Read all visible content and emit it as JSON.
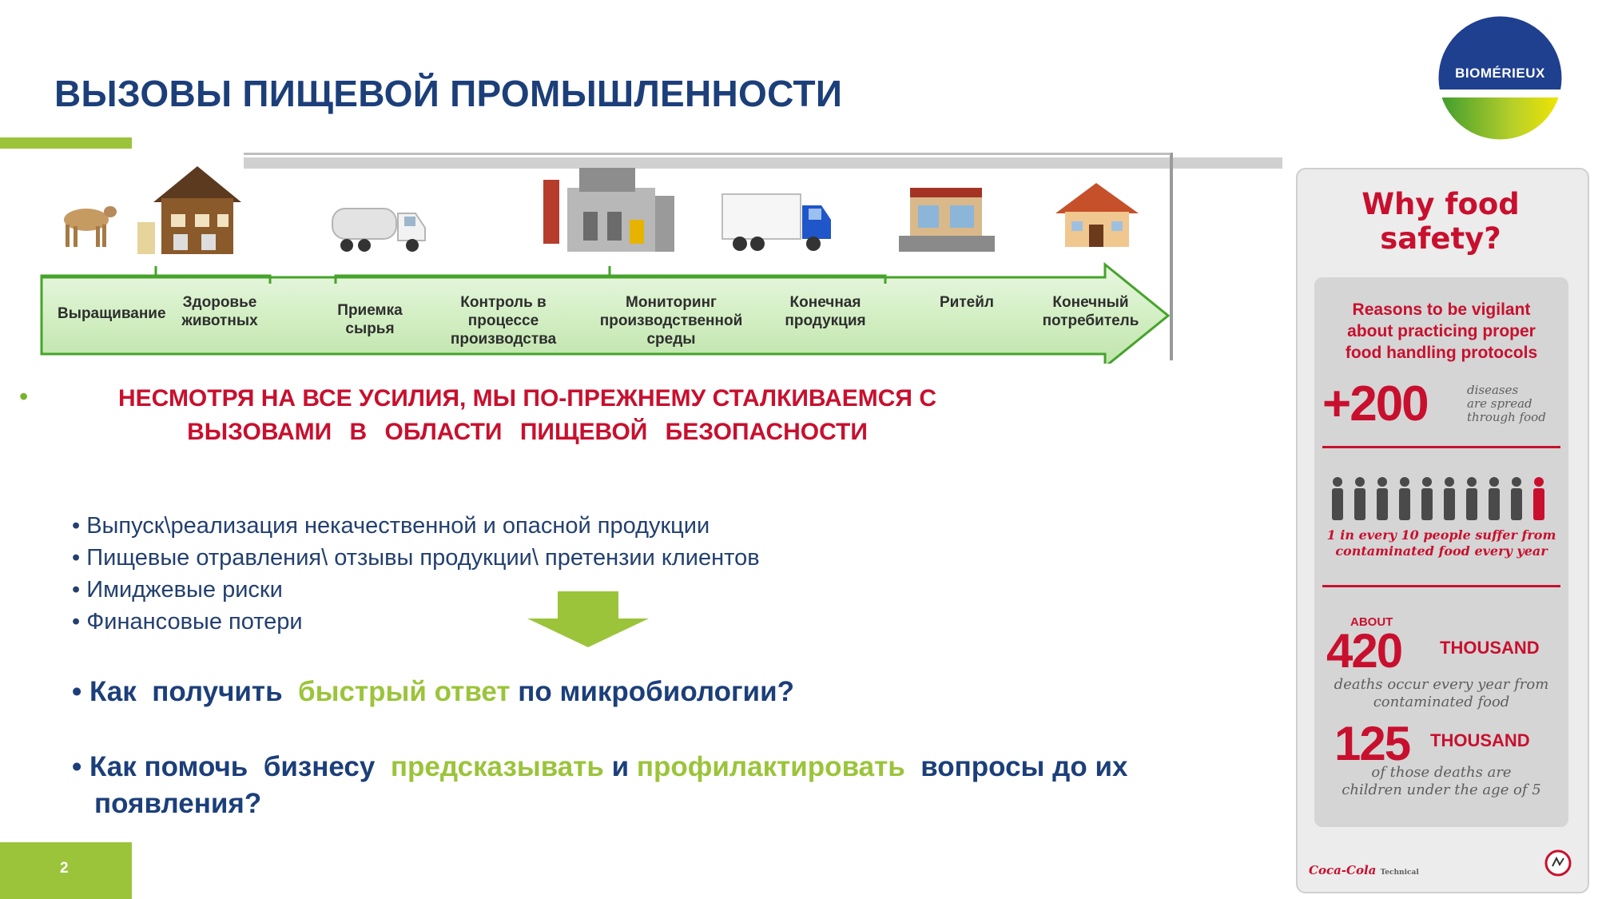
{
  "title": "ВЫЗОВЫ ПИЩЕВОЙ ПРОМЫШЛЕННОСТИ",
  "logo_text": "BIOMÉRIEUX",
  "process_stages": [
    {
      "label": "Выращивание",
      "icon": "cow-icon"
    },
    {
      "label": "Здоровье\nживотных",
      "icon": "farm-barn-icon"
    },
    {
      "label": "Приемка\nсырья",
      "icon": "tanker-truck-icon"
    },
    {
      "label": "Контроль  в\nпроцессе\nпроизводства",
      "icon": ""
    },
    {
      "label": "Мониторинг\nпроизводственной\nсреды",
      "icon": "factory-icon"
    },
    {
      "label": "Конечная\nпродукция",
      "icon": "delivery-truck-icon"
    },
    {
      "label": "Ритейл",
      "icon": "store-icon"
    },
    {
      "label": "Конечный\nпотребитель",
      "icon": "house-icon"
    }
  ],
  "headline": {
    "line1": "НЕСМОТРЯ НА ВСЕ УСИЛИЯ, МЫ ПО-ПРЕЖНЕМУ СТАЛКИВАЕМСЯ С",
    "line2": "ВЫЗОВАМИ В ОБЛАСТИ ПИЩЕВОЙ БЕЗОПАСНОСТИ"
  },
  "sub_bullets": [
    "Выпуск\\реализация  некачественной и опасной продукции",
    "Пищевые отравления\\ отзывы продукции\\ претензии  клиентов",
    "Имиджевые риски",
    "Финансовые потери"
  ],
  "question1": {
    "pre": "Как  получить  ",
    "accent": "быстрый ответ",
    "post": " по микробиологии?"
  },
  "question2": {
    "pre": "Как помочь  бизнесу  ",
    "accent1": "предсказывать",
    "mid": " и ",
    "accent2": "профилактировать",
    "post": "  вопросы до их",
    "line2": "появления?"
  },
  "page_number": "2",
  "infographic": {
    "title": "Why food\nsafety?",
    "reasons": "Reasons to be vigilant\nabout practicing proper\nfood handling protocols",
    "stat1_value": "+200",
    "stat1_text": "diseases\nare spread\nthrough food",
    "stat2_text": "1 in every 10 people suffer from\ncontaminated food every year",
    "stat3_about": "ABOUT",
    "stat3_value": "420",
    "stat3_unit": "THOUSAND",
    "stat3_text": "deaths occur every year from\ncontaminated food",
    "stat4_value": "125",
    "stat4_unit": "THOUSAND",
    "stat4_text": "of those deaths are\nchildren under the age of 5",
    "footer_brand": "Coca-Cola",
    "footer_sub": "Technical"
  },
  "colors": {
    "title_blue": "#1c3f7a",
    "accent_green": "#9bc43a",
    "headline_red": "#c8102e",
    "band_green": "#d6efc6"
  }
}
